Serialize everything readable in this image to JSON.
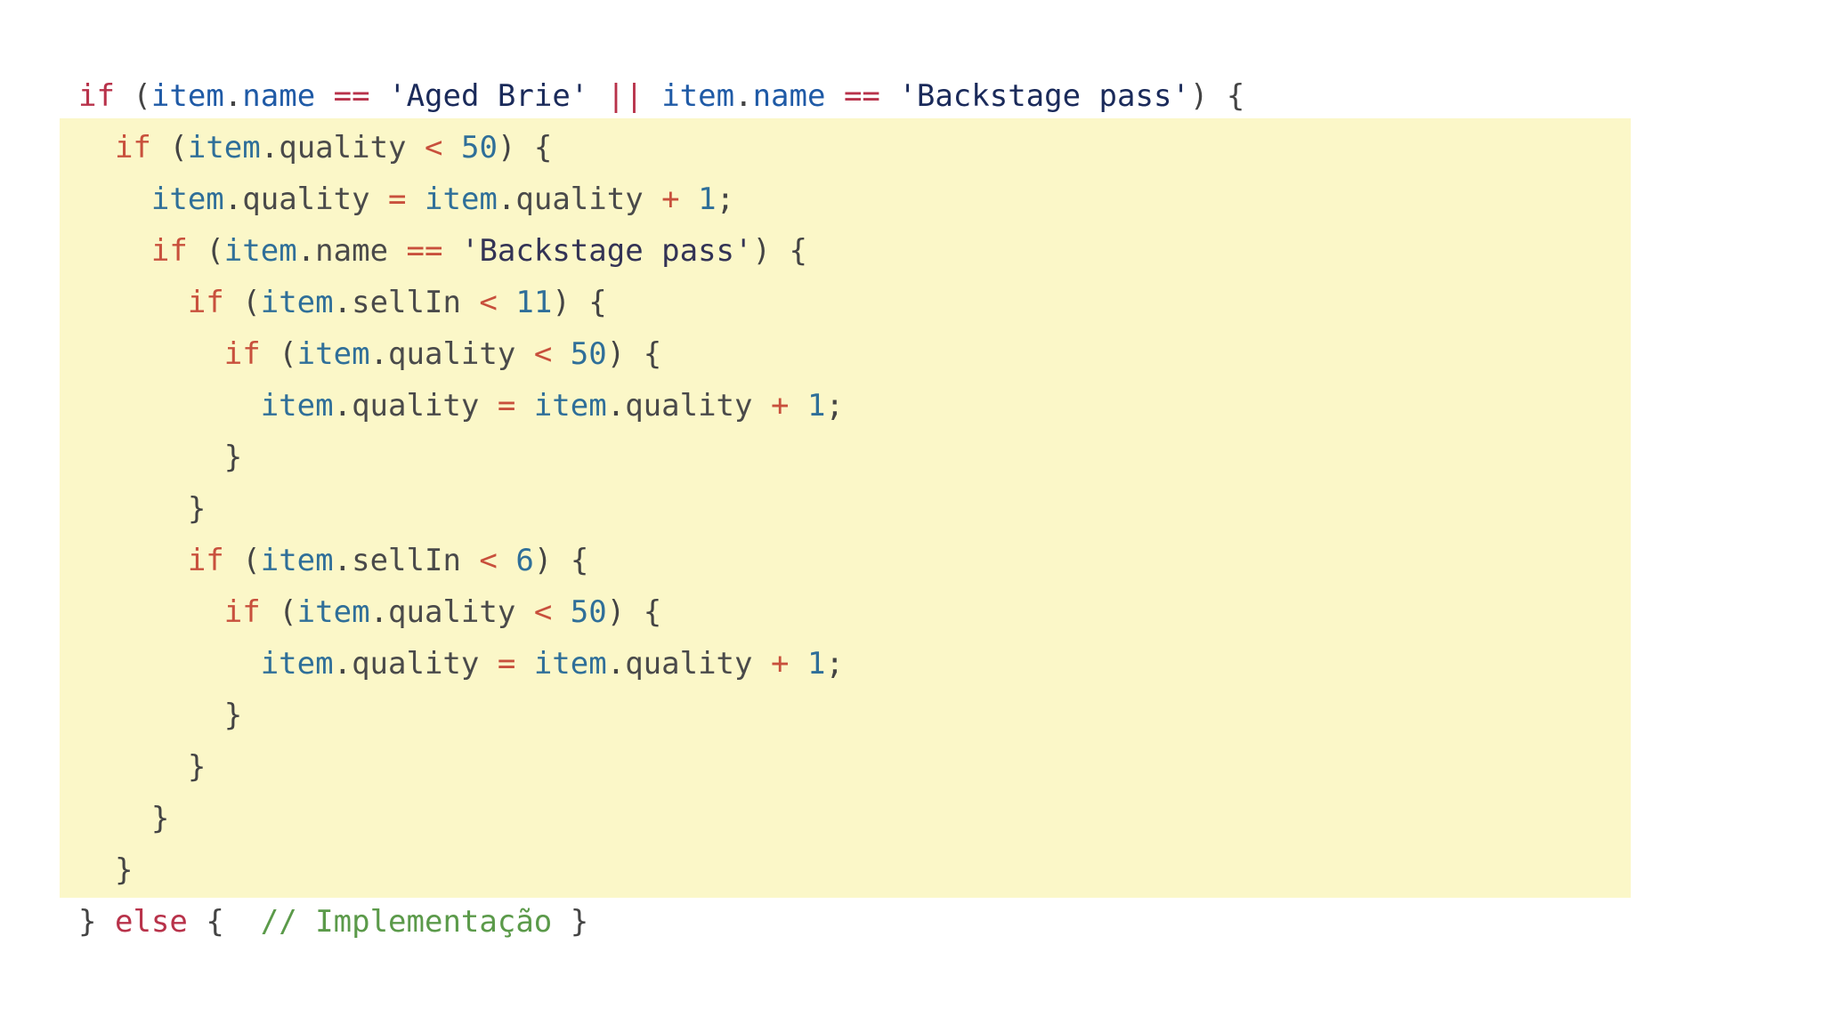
{
  "colors": {
    "highlight_background": "#fbf7c8",
    "page_background": "#ffffff"
  },
  "code": {
    "lines": [
      {
        "indent": 0,
        "tokens": [
          {
            "t": "if",
            "c": "kw-top"
          },
          {
            "t": " (",
            "c": "pun"
          },
          {
            "t": "item",
            "c": "id-top"
          },
          {
            "t": ".",
            "c": "pun"
          },
          {
            "t": "name",
            "c": "prop-top"
          },
          {
            "t": " ",
            "c": "pun"
          },
          {
            "t": "==",
            "c": "op-top"
          },
          {
            "t": " ",
            "c": "pun"
          },
          {
            "t": "'Aged Brie'",
            "c": "str-top"
          },
          {
            "t": " ",
            "c": "pun"
          },
          {
            "t": "||",
            "c": "op-top"
          },
          {
            "t": " ",
            "c": "pun"
          },
          {
            "t": "item",
            "c": "id-top"
          },
          {
            "t": ".",
            "c": "pun"
          },
          {
            "t": "name",
            "c": "prop-top"
          },
          {
            "t": " ",
            "c": "pun"
          },
          {
            "t": "==",
            "c": "op-top"
          },
          {
            "t": " ",
            "c": "pun"
          },
          {
            "t": "'Backstage pass'",
            "c": "str-top"
          },
          {
            "t": ") {",
            "c": "pun"
          }
        ]
      },
      {
        "indent": 1,
        "tokens": [
          {
            "t": "if",
            "c": "kw"
          },
          {
            "t": " (",
            "c": "pun"
          },
          {
            "t": "item",
            "c": "id"
          },
          {
            "t": ".",
            "c": "pun"
          },
          {
            "t": "quality",
            "c": "prop"
          },
          {
            "t": " ",
            "c": "pun"
          },
          {
            "t": "<",
            "c": "op"
          },
          {
            "t": " ",
            "c": "pun"
          },
          {
            "t": "50",
            "c": "num"
          },
          {
            "t": ") {",
            "c": "pun"
          }
        ]
      },
      {
        "indent": 2,
        "tokens": [
          {
            "t": "item",
            "c": "id"
          },
          {
            "t": ".",
            "c": "pun"
          },
          {
            "t": "quality",
            "c": "prop"
          },
          {
            "t": " ",
            "c": "pun"
          },
          {
            "t": "=",
            "c": "op"
          },
          {
            "t": " ",
            "c": "pun"
          },
          {
            "t": "item",
            "c": "id"
          },
          {
            "t": ".",
            "c": "pun"
          },
          {
            "t": "quality",
            "c": "prop"
          },
          {
            "t": " ",
            "c": "pun"
          },
          {
            "t": "+",
            "c": "op"
          },
          {
            "t": " ",
            "c": "pun"
          },
          {
            "t": "1",
            "c": "num"
          },
          {
            "t": ";",
            "c": "pun"
          }
        ]
      },
      {
        "indent": 2,
        "tokens": [
          {
            "t": "if",
            "c": "kw"
          },
          {
            "t": " (",
            "c": "pun"
          },
          {
            "t": "item",
            "c": "id"
          },
          {
            "t": ".",
            "c": "pun"
          },
          {
            "t": "name",
            "c": "prop"
          },
          {
            "t": " ",
            "c": "pun"
          },
          {
            "t": "==",
            "c": "op"
          },
          {
            "t": " ",
            "c": "pun"
          },
          {
            "t": "'Backstage pass'",
            "c": "str"
          },
          {
            "t": ") {",
            "c": "pun"
          }
        ]
      },
      {
        "indent": 3,
        "tokens": [
          {
            "t": "if",
            "c": "kw"
          },
          {
            "t": " (",
            "c": "pun"
          },
          {
            "t": "item",
            "c": "id"
          },
          {
            "t": ".",
            "c": "pun"
          },
          {
            "t": "sellIn",
            "c": "prop"
          },
          {
            "t": " ",
            "c": "pun"
          },
          {
            "t": "<",
            "c": "op"
          },
          {
            "t": " ",
            "c": "pun"
          },
          {
            "t": "11",
            "c": "num"
          },
          {
            "t": ") {",
            "c": "pun"
          }
        ]
      },
      {
        "indent": 4,
        "tokens": [
          {
            "t": "if",
            "c": "kw"
          },
          {
            "t": " (",
            "c": "pun"
          },
          {
            "t": "item",
            "c": "id"
          },
          {
            "t": ".",
            "c": "pun"
          },
          {
            "t": "quality",
            "c": "prop"
          },
          {
            "t": " ",
            "c": "pun"
          },
          {
            "t": "<",
            "c": "op"
          },
          {
            "t": " ",
            "c": "pun"
          },
          {
            "t": "50",
            "c": "num"
          },
          {
            "t": ") {",
            "c": "pun"
          }
        ]
      },
      {
        "indent": 5,
        "tokens": [
          {
            "t": "item",
            "c": "id"
          },
          {
            "t": ".",
            "c": "pun"
          },
          {
            "t": "quality",
            "c": "prop"
          },
          {
            "t": " ",
            "c": "pun"
          },
          {
            "t": "=",
            "c": "op"
          },
          {
            "t": " ",
            "c": "pun"
          },
          {
            "t": "item",
            "c": "id"
          },
          {
            "t": ".",
            "c": "pun"
          },
          {
            "t": "quality",
            "c": "prop"
          },
          {
            "t": " ",
            "c": "pun"
          },
          {
            "t": "+",
            "c": "op"
          },
          {
            "t": " ",
            "c": "pun"
          },
          {
            "t": "1",
            "c": "num"
          },
          {
            "t": ";",
            "c": "pun"
          }
        ]
      },
      {
        "indent": 4,
        "tokens": [
          {
            "t": "}",
            "c": "pun"
          }
        ]
      },
      {
        "indent": 3,
        "tokens": [
          {
            "t": "}",
            "c": "pun"
          }
        ]
      },
      {
        "indent": 3,
        "tokens": [
          {
            "t": "if",
            "c": "kw"
          },
          {
            "t": " (",
            "c": "pun"
          },
          {
            "t": "item",
            "c": "id"
          },
          {
            "t": ".",
            "c": "pun"
          },
          {
            "t": "sellIn",
            "c": "prop"
          },
          {
            "t": " ",
            "c": "pun"
          },
          {
            "t": "<",
            "c": "op"
          },
          {
            "t": " ",
            "c": "pun"
          },
          {
            "t": "6",
            "c": "num"
          },
          {
            "t": ") {",
            "c": "pun"
          }
        ]
      },
      {
        "indent": 4,
        "tokens": [
          {
            "t": "if",
            "c": "kw"
          },
          {
            "t": " (",
            "c": "pun"
          },
          {
            "t": "item",
            "c": "id"
          },
          {
            "t": ".",
            "c": "pun"
          },
          {
            "t": "quality",
            "c": "prop"
          },
          {
            "t": " ",
            "c": "pun"
          },
          {
            "t": "<",
            "c": "op"
          },
          {
            "t": " ",
            "c": "pun"
          },
          {
            "t": "50",
            "c": "num"
          },
          {
            "t": ") {",
            "c": "pun"
          }
        ]
      },
      {
        "indent": 5,
        "tokens": [
          {
            "t": "item",
            "c": "id"
          },
          {
            "t": ".",
            "c": "pun"
          },
          {
            "t": "quality",
            "c": "prop"
          },
          {
            "t": " ",
            "c": "pun"
          },
          {
            "t": "=",
            "c": "op"
          },
          {
            "t": " ",
            "c": "pun"
          },
          {
            "t": "item",
            "c": "id"
          },
          {
            "t": ".",
            "c": "pun"
          },
          {
            "t": "quality",
            "c": "prop"
          },
          {
            "t": " ",
            "c": "pun"
          },
          {
            "t": "+",
            "c": "op"
          },
          {
            "t": " ",
            "c": "pun"
          },
          {
            "t": "1",
            "c": "num"
          },
          {
            "t": ";",
            "c": "pun"
          }
        ]
      },
      {
        "indent": 4,
        "tokens": [
          {
            "t": "}",
            "c": "pun"
          }
        ]
      },
      {
        "indent": 3,
        "tokens": [
          {
            "t": "}",
            "c": "pun"
          }
        ]
      },
      {
        "indent": 2,
        "tokens": [
          {
            "t": "}",
            "c": "pun"
          }
        ]
      },
      {
        "indent": 1,
        "tokens": [
          {
            "t": "}",
            "c": "pun"
          }
        ]
      },
      {
        "indent": 0,
        "tokens": [
          {
            "t": "}",
            "c": "pun"
          },
          {
            "t": " ",
            "c": "pun"
          },
          {
            "t": "else",
            "c": "kw-top"
          },
          {
            "t": " {  ",
            "c": "pun"
          },
          {
            "t": "// Implementação",
            "c": "cm"
          },
          {
            "t": " }",
            "c": "pun"
          }
        ]
      }
    ]
  }
}
